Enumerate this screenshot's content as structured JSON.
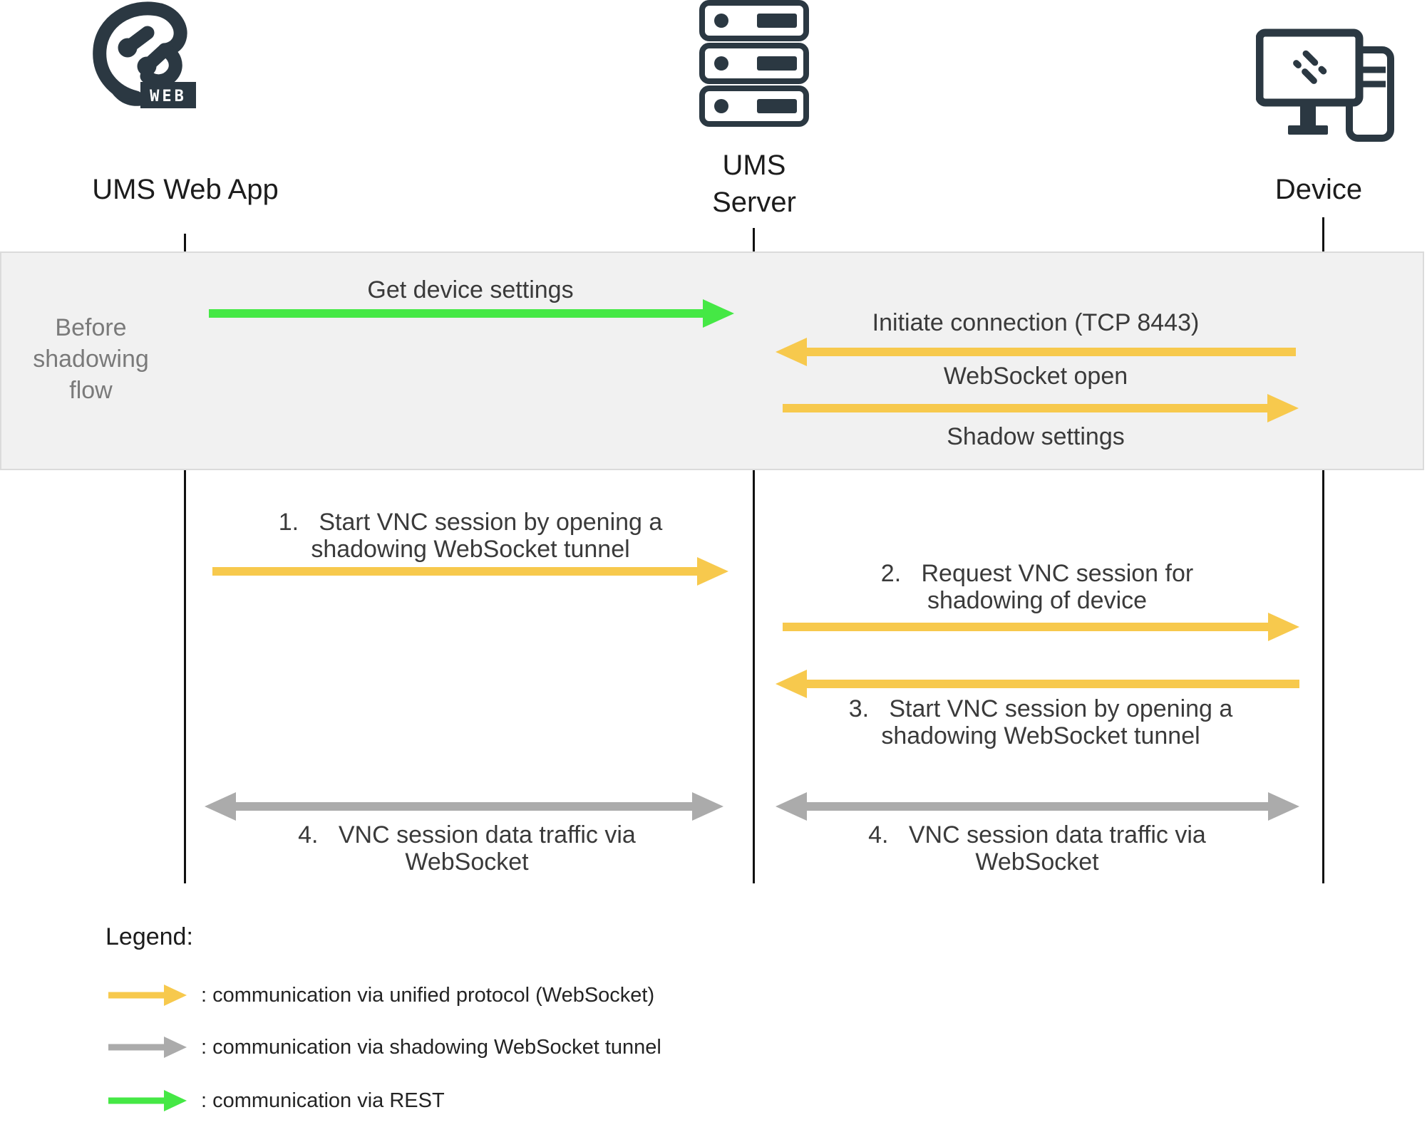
{
  "colors": {
    "dark": "#2B3842",
    "yellow": "#F7C94D",
    "green": "#45E845",
    "gray_arrow": "#ABABAB",
    "band_bg": "#F1F1F1",
    "band_label": "#7A7A7A",
    "text": "#3A3A3A"
  },
  "actors": {
    "webapp": {
      "label": "UMS Web App",
      "badge": "WEB"
    },
    "server": {
      "label": "UMS Server"
    },
    "device": {
      "label": "Device"
    }
  },
  "band": {
    "label": "Before shadowing flow"
  },
  "messages": {
    "get_device_settings": "Get device settings",
    "initiate_connection": "Initiate connection (TCP 8443)",
    "websocket_open": "WebSocket open",
    "shadow_settings": "Shadow settings",
    "step1": "1.   Start VNC session by opening a shadowing WebSocket tunnel",
    "step2": "2.   Request VNC session for shadowing of device",
    "step3": "3.   Start VNC session by opening a shadowing WebSocket tunnel",
    "step4_left": "4.   VNC session data traffic via WebSocket",
    "step4_right": "4.   VNC session data traffic via WebSocket"
  },
  "legend": {
    "title": "Legend:",
    "items": [
      {
        "arrow": "yellow-arrow",
        "label": ": communication via unified protocol (WebSocket)"
      },
      {
        "arrow": "gray-arrow",
        "label": ": communication via shadowing WebSocket tunnel"
      },
      {
        "arrow": "green-arrow",
        "label": ": communication via REST"
      }
    ]
  }
}
